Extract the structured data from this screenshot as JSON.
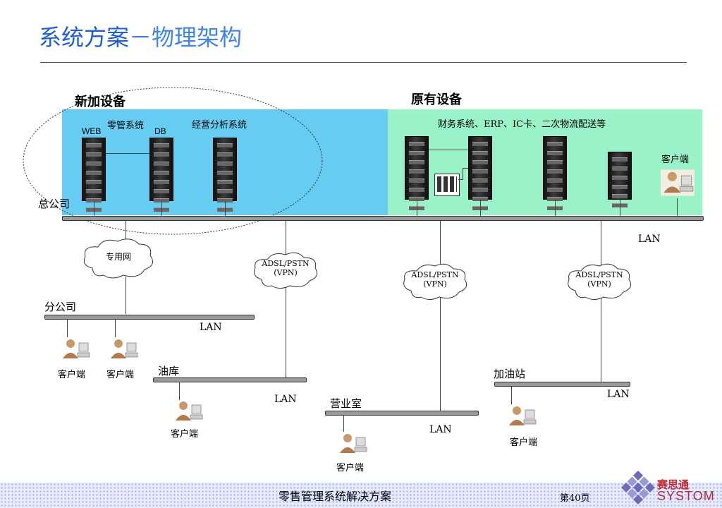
{
  "title": {
    "main": "系统方案",
    "dash": "－",
    "sub": "物理架构"
  },
  "zones": {
    "new_label": "新加设备",
    "old_label": "原有设备"
  },
  "new_zone": {
    "retail": "零管系统",
    "web": "WEB",
    "db": "DB",
    "analysis": "经营分析系统"
  },
  "old_zone": {
    "systems": "财务系统、ERP、IC卡、二次物流配送等",
    "client": "客户端"
  },
  "hq": "总公司",
  "lan": "LAN",
  "clouds": {
    "private": "专用网",
    "adsl_1": "ADSL/PSTN",
    "adsl_2": "(VPN)"
  },
  "sites": {
    "branch": "分公司",
    "depot": "油库",
    "office": "营业室",
    "station": "加油站"
  },
  "client": "客户端",
  "footer": {
    "title": "零售管理系统解决方案",
    "page": "第40页",
    "logo_cn": "赛思通",
    "logo_en": "SYSTOM"
  },
  "colors": {
    "title": "#1f5fd6",
    "new_zone": "#66ccf2",
    "old_zone": "#99f2c8",
    "logo": "#c0282d"
  }
}
